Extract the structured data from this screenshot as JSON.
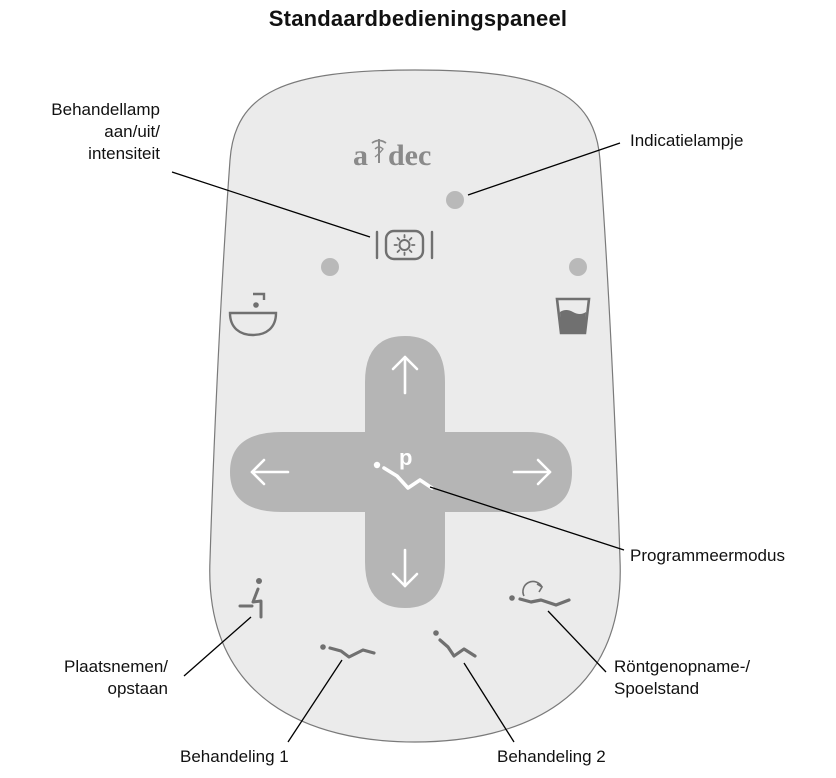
{
  "title": "Standaardbedieningspaneel",
  "brand": {
    "pre": "a",
    "post": "dec"
  },
  "labels": {
    "light": [
      "Behandellamp",
      "aan/uit/",
      "intensiteit"
    ],
    "indicator": "Indicatielampje",
    "program": "Programmeermodus",
    "entry_exit": [
      "Plaatsnemen/",
      "opstaan"
    ],
    "xray": [
      "Röntgenopname-/",
      "Spoelstand"
    ],
    "pos1": "Behandeling 1",
    "pos2": "Behandeling 2"
  },
  "colors": {
    "panel": "#ebebeb",
    "panel_border": "#7a7a7a",
    "dpad": "#b5b5b5",
    "icon": "#707070",
    "led": "#b9b9b9",
    "leader": "#000000"
  },
  "icons": {
    "light": "treatment-light-icon",
    "cuspidor": "cuspidor-icon",
    "cup_fill": "cup-fill-icon",
    "up": "arrow-up-icon",
    "down": "arrow-down-icon",
    "left": "arrow-left-icon",
    "right": "arrow-right-icon",
    "program": "program-chair-icon",
    "entry_exit": "entry-exit-icon",
    "pos1": "chair-position-1-icon",
    "pos2": "chair-position-2-icon",
    "xray": "xray-rinse-icon"
  }
}
